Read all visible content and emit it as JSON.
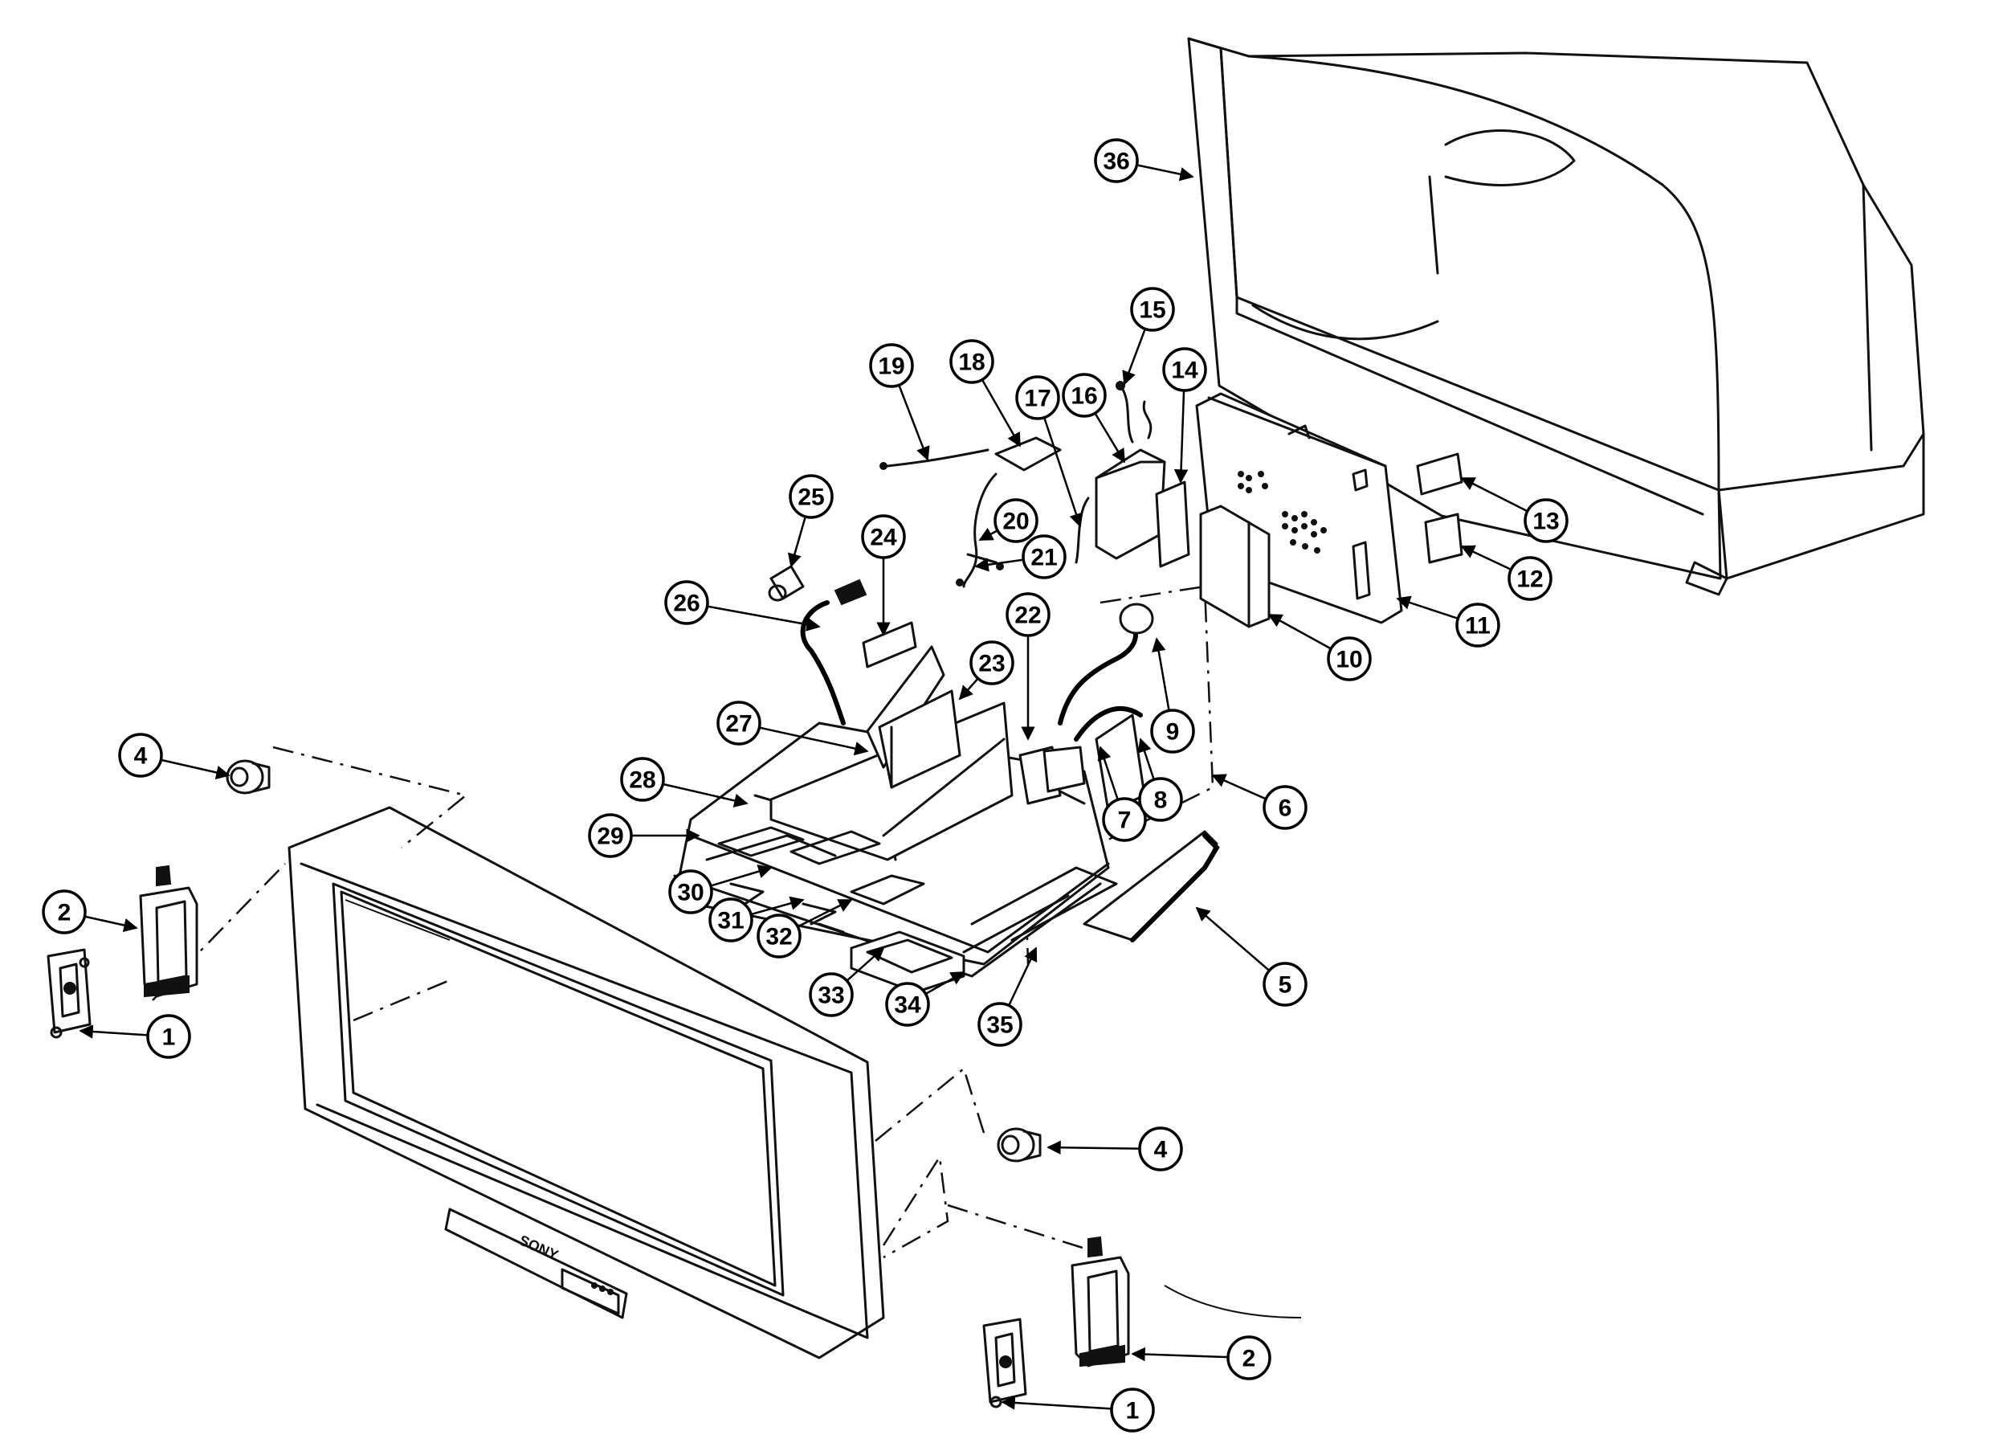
{
  "brand_label": "SONY",
  "part_numbers": [
    "1",
    "2",
    "4",
    "5",
    "6",
    "7",
    "8",
    "9",
    "10",
    "11",
    "12",
    "13",
    "14",
    "15",
    "16",
    "17",
    "18",
    "19",
    "20",
    "21",
    "22",
    "23",
    "24",
    "25",
    "26",
    "27",
    "28",
    "29",
    "30",
    "31",
    "32",
    "33",
    "34",
    "35",
    "36"
  ]
}
